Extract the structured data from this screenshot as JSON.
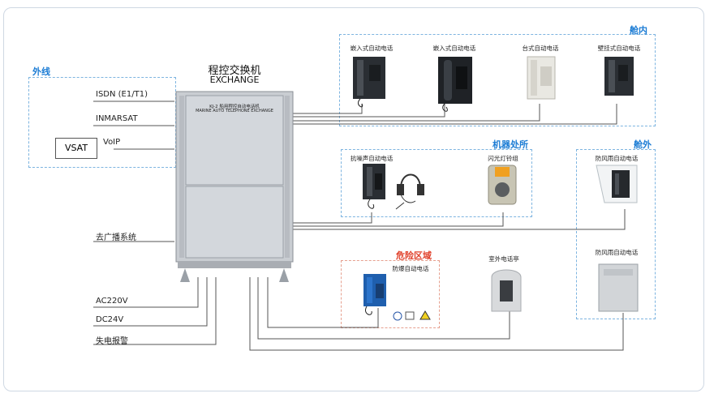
{
  "zones": {
    "external": "外线",
    "cabin_inside": "舱内",
    "machinery": "机器处所",
    "cabin_outside": "舱外",
    "hazard": "危险区域"
  },
  "exchange": {
    "title_cn": "程控交换机",
    "title_en": "EXCHANGE",
    "plate_line1": "KJ-2 船用程控自动电话机",
    "plate_line2": "MARINE AUTO TELEPHONE EXCHANGE"
  },
  "left_lines": {
    "isdn": "ISDN (E1/T1)",
    "inmarsat": "INMARSAT",
    "vsat": "VSAT",
    "voip": "VoIP",
    "broadcast": "去广播系统",
    "ac": "AC220V",
    "dc": "DC24V",
    "alarm": "失电报警"
  },
  "devices": {
    "embedded1": "嵌入式自动电话",
    "embedded2": "嵌入式自动电话",
    "desktop": "台式自动电话",
    "wall": "壁挂式自动电话",
    "noise": "抗噪声自动电话",
    "flash": "闪光灯铃组",
    "weather1": "防风雨自动电话",
    "explosion": "防爆自动电话",
    "booth": "室外电话亭",
    "weather2": "防风雨自动电话"
  },
  "colors": {
    "accent_blue": "#1a7bd4",
    "hazard_red": "#e0402a",
    "zone_border": "#7db4e0",
    "phone_body": "#2a2e33",
    "explosion_phone": "#1f5fae",
    "cabinet": "#c9cdd2"
  }
}
